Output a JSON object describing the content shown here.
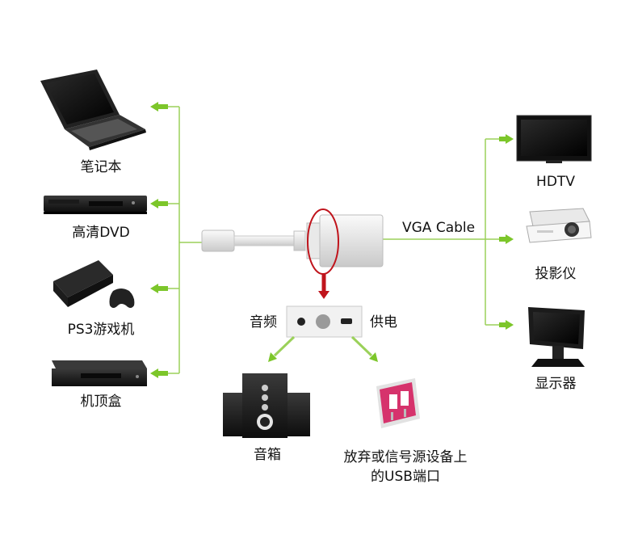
{
  "labels": {
    "laptop": "笔记本",
    "dvd": "高清DVD",
    "ps3": "PS3游戏机",
    "stb": "机顶盒",
    "hdtv": "HDTV",
    "projector": "投影仪",
    "monitor": "显示器",
    "vga_cable": "VGA Cable",
    "audio_port": "音频",
    "power_port": "供电",
    "speaker": "音箱",
    "usb_line1": "放弃或信号源设备上",
    "usb_line2": "的USB端口"
  },
  "colors": {
    "arrow_green": "#7cc62a",
    "highlight_red": "#c0141c",
    "adapter_white": "#f2f2f2",
    "usb_pink": "#d6336c"
  }
}
